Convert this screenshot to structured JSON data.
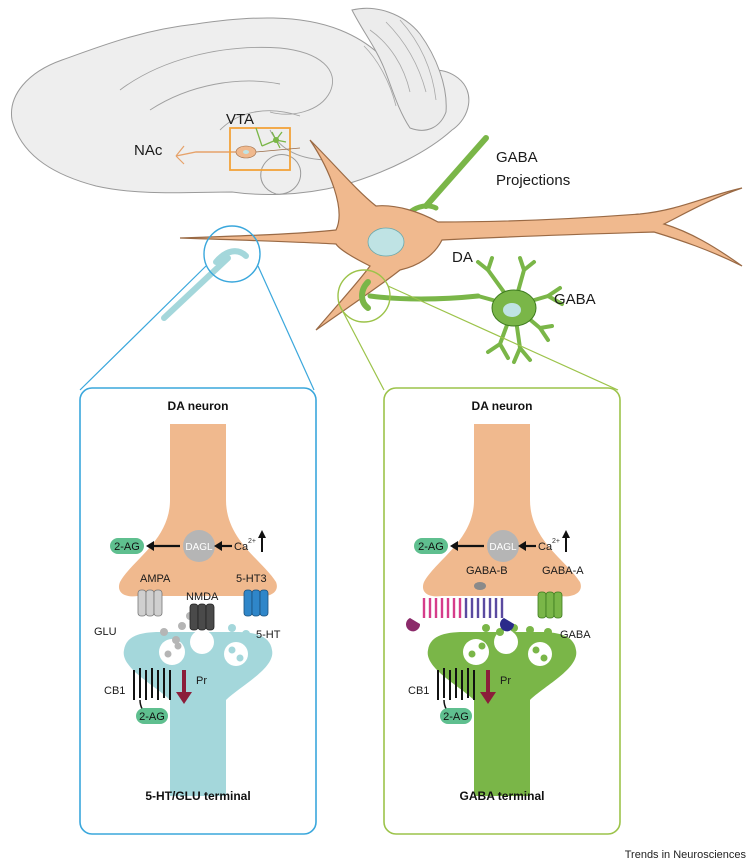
{
  "brain": {
    "region_nac": "NAc",
    "region_vta": "VTA"
  },
  "neurons": {
    "gaba_projections_line1": "GABA",
    "gaba_projections_line2": "Projections",
    "da_label": "DA",
    "gaba_label": "GABA"
  },
  "left_panel": {
    "title": "DA neuron",
    "two_ag": "2-AG",
    "dagl": "DAGL",
    "ca": "Ca",
    "ca_sup": "2+",
    "receptors": [
      "AMPA",
      "NMDA",
      "5-HT3"
    ],
    "glu": "GLU",
    "ht": "5-HT",
    "cb1": "CB1",
    "pr": "Pr",
    "two_ag_lower": "2-AG",
    "footer": "5-HT/GLU terminal"
  },
  "right_panel": {
    "title": "DA neuron",
    "two_ag": "2-AG",
    "dagl": "DAGL",
    "ca": "Ca",
    "ca_sup": "2+",
    "gaba_b": "GABA-B",
    "gaba_a": "GABA-A",
    "gaba": "GABA",
    "cb1": "CB1",
    "pr": "Pr",
    "two_ag_lower": "2-AG",
    "footer": "GABA terminal"
  },
  "credit": "Trends in Neurosciences",
  "colors": {
    "da_fill": "#f0b98e",
    "da_stroke": "#9a6a45",
    "soma_fill": "#bfe3e4",
    "green": "#7ab648",
    "green_dark": "#3d7a1e",
    "teal": "#a4d7db",
    "blue_frame": "#3aa7dc",
    "green_frame": "#9cc34a",
    "brain_fill": "#eeeeee",
    "pill_green": "#5fbf8f",
    "dagl_gray": "#b5b5b5",
    "arrow_red": "#8b1d3a",
    "vta_box": "#f2a33a"
  }
}
